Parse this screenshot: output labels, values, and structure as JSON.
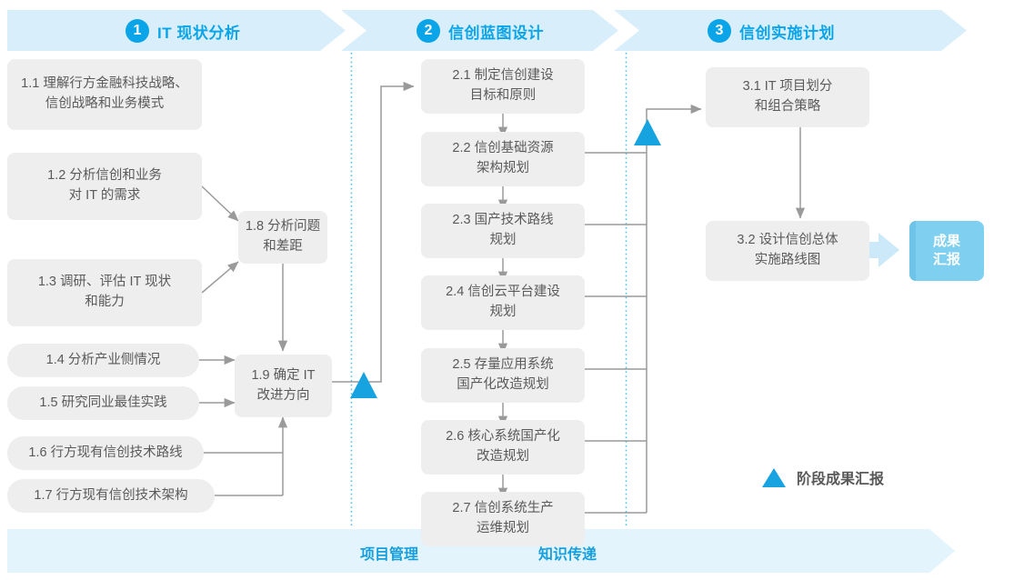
{
  "header": {
    "phases": [
      {
        "num": "1",
        "title": "IT 现状分析"
      },
      {
        "num": "2",
        "title": "信创蓝图设计"
      },
      {
        "num": "3",
        "title": "信创实施计划"
      }
    ],
    "band_color": "#d9eefb",
    "accent_color": "#0aa5e8"
  },
  "phase1": {
    "nodes": [
      {
        "id": "1.1",
        "label": "1.1 理解行方金融科技战略、\n信创战略和业务模式"
      },
      {
        "id": "1.2",
        "label": "1.2 分析信创和业务\n对 IT 的需求"
      },
      {
        "id": "1.3",
        "label": "1.3 调研、评估 IT 现状\n和能力"
      },
      {
        "id": "1.4",
        "label": "1.4 分析产业侧情况"
      },
      {
        "id": "1.5",
        "label": "1.5 研究同业最佳实践"
      },
      {
        "id": "1.6",
        "label": "1.6 行方现有信创技术路线"
      },
      {
        "id": "1.7",
        "label": "1.7 行方现有信创技术架构"
      },
      {
        "id": "1.8",
        "label": "1.8 分析问题\n和差距"
      },
      {
        "id": "1.9",
        "label": "1.9 确定 IT\n改进方向"
      }
    ]
  },
  "phase2": {
    "nodes": [
      {
        "id": "2.1",
        "label": "2.1 制定信创建设\n目标和原则"
      },
      {
        "id": "2.2",
        "label": "2.2 信创基础资源\n架构规划"
      },
      {
        "id": "2.3",
        "label": "2.3 国产技术路线\n规划"
      },
      {
        "id": "2.4",
        "label": "2.4 信创云平台建设\n规划"
      },
      {
        "id": "2.5",
        "label": "2.5 存量应用系统\n国产化改造规划"
      },
      {
        "id": "2.6",
        "label": "2.6 核心系统国产化\n改造规划"
      },
      {
        "id": "2.7",
        "label": "2.7 信创系统生产\n运维规划"
      }
    ]
  },
  "phase3": {
    "nodes": [
      {
        "id": "3.1",
        "label": "3.1 IT 项目划分\n和组合策略"
      },
      {
        "id": "3.2",
        "label": "3.2 设计信创总体\n实施路线图"
      }
    ],
    "result": {
      "label": "成果\n汇报",
      "color": "#7fd0f0"
    }
  },
  "legend": {
    "marker": "milestone-triangle-icon",
    "label": "阶段成果汇报",
    "color": "#17a3e0"
  },
  "footer": {
    "band_color": "#e3f4fc",
    "items": [
      {
        "label": "项目管理"
      },
      {
        "label": "知识传递"
      }
    ]
  },
  "colors": {
    "node_fill": "#eeeeee",
    "node_text": "#5a5a5a",
    "edge": "#9a9a9a",
    "divider_dotted": "#4fc3e8"
  }
}
